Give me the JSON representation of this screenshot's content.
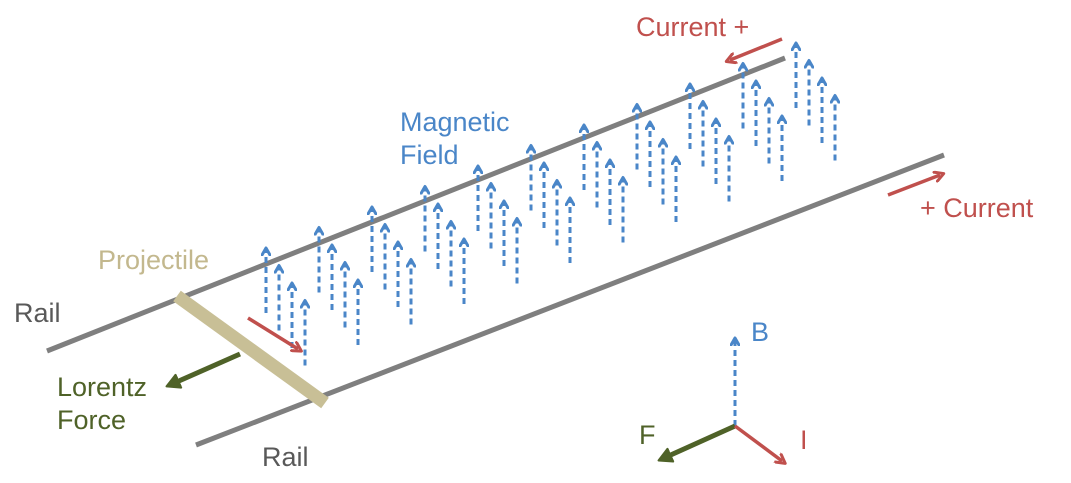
{
  "labels": {
    "rail_top": "Rail",
    "rail_bottom": "Rail",
    "projectile": "Projectile",
    "magnetic_field_line1": "Magnetic",
    "magnetic_field_line2": "Field",
    "current_top": "Current +",
    "current_right": "+ Current",
    "lorentz_line1": "Lorentz",
    "lorentz_line2": "Force",
    "axis_b": "B",
    "axis_f": "F",
    "axis_i": "I"
  },
  "colors": {
    "rail": "#7f7f7f",
    "projectile": "#c8bf96",
    "field": "#4a86c8",
    "current": "#c0504d",
    "force": "#4f6228",
    "rail_text": "#595959",
    "projectile_text": "#c3b88e"
  },
  "icons": {
    "field_arrow": "dashed-up-arrow-icon",
    "current_arrow": "red-arrow-icon",
    "force_arrow": "green-arrow-icon"
  }
}
